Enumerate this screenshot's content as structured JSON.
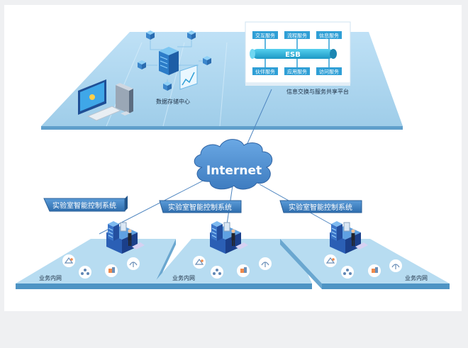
{
  "top": {
    "storage_label": "数据存储中心",
    "platform_label": "信息交换与服务共享平台",
    "esb_label": "ESB",
    "esb_services_top": [
      "交互服务",
      "流程服务",
      "信息服务"
    ],
    "esb_services_bottom": [
      "伙伴服务",
      "应用服务",
      "访问服务"
    ]
  },
  "internet_label": "Internet",
  "labs": [
    {
      "title": "实验室智能控制系统",
      "network_label": "业务内网"
    },
    {
      "title": "实验室智能控制系统",
      "network_label": "业务内网"
    },
    {
      "title": "实验室智能控制系统",
      "network_label": "业务内网"
    }
  ],
  "colors": {
    "platform_fill": "#a9d4ef",
    "platform_edge": "#5f9fcb",
    "esb_bar": "#2ab3d8",
    "service_box": "#2f9fd6",
    "cloud": "#4f8fd0",
    "badge": "#3e7fbf",
    "lab_platform": "#b7dcf1",
    "lab_edge": "#4e94c4"
  }
}
